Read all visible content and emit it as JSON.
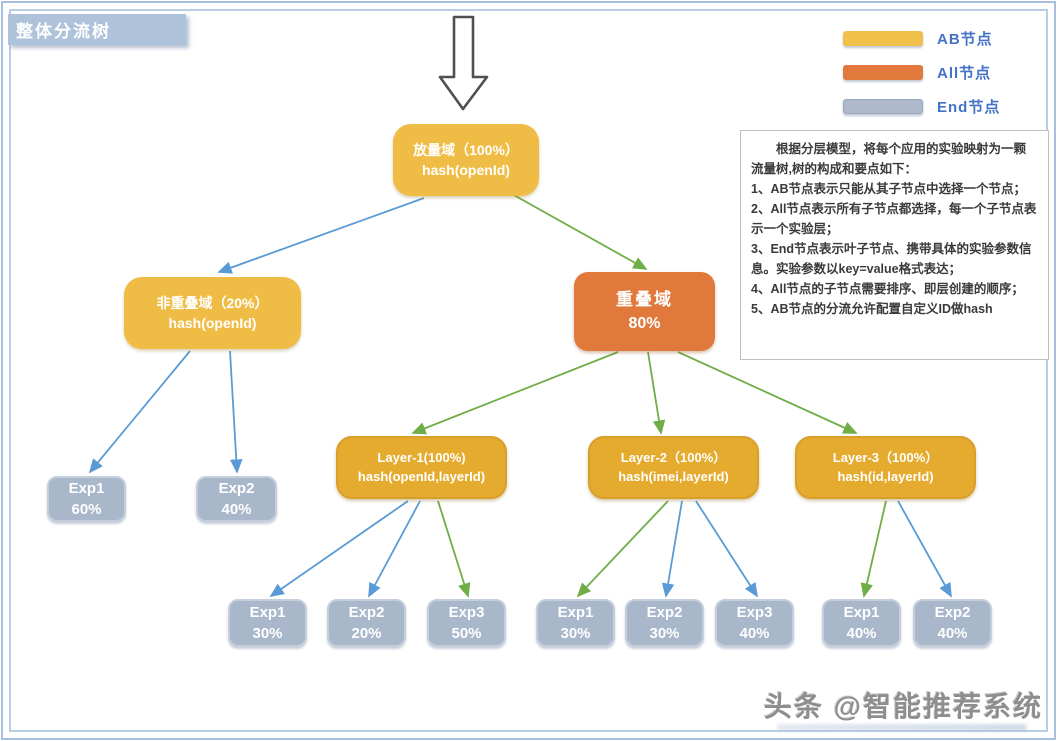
{
  "title": "整体分流树",
  "legend": {
    "items": [
      {
        "label": "AB节点",
        "color": "#F0C04A"
      },
      {
        "label": "All节点",
        "color": "#E1793D"
      },
      {
        "label": "End节点",
        "color": "#AEB9CC"
      }
    ]
  },
  "notes": {
    "text": "　　根据分层模型，将每个应用的实验映射为一颗流量树,树的构成和要点如下：\n1、AB节点表示只能从其子节点中选择一个节点；\n2、All节点表示所有子节点都选择，每一个子节点表示一个实验层；\n3、End节点表示叶子节点、携带具体的实验参数信息。实验参数以key=value格式表达；\n4、All节点的子节点需要排序、即层创建的顺序；\n5、AB节点的分流允许配置自定义ID做hash"
  },
  "tree": {
    "root": {
      "line1": "放量域（100%）",
      "line2": "hash(openId)"
    },
    "non_overlap": {
      "line1": "非重叠域（20%）",
      "line2": "hash(openId)"
    },
    "overlap": {
      "line1": "重叠域",
      "line2": "80%"
    },
    "non_overlap_children": [
      {
        "name": "Exp1",
        "pct": "60%"
      },
      {
        "name": "Exp2",
        "pct": "40%"
      }
    ],
    "layers": [
      {
        "line1": "Layer-1(100%)",
        "line2": "hash(openId,layerId)"
      },
      {
        "line1": "Layer-2（100%）",
        "line2": "hash(imei,layerId)"
      },
      {
        "line1": "Layer-3（100%）",
        "line2": "hash(id,layerId)"
      }
    ],
    "layer_children": [
      {
        "items": [
          {
            "name": "Exp1",
            "pct": "30%"
          },
          {
            "name": "Exp2",
            "pct": "20%"
          },
          {
            "name": "Exp3",
            "pct": "50%"
          }
        ]
      },
      {
        "items": [
          {
            "name": "Exp1",
            "pct": "30%"
          },
          {
            "name": "Exp2",
            "pct": "30%"
          },
          {
            "name": "Exp3",
            "pct": "40%"
          }
        ]
      },
      {
        "items": [
          {
            "name": "Exp1",
            "pct": "40%"
          },
          {
            "name": "Exp2",
            "pct": "40%"
          }
        ]
      }
    ]
  },
  "watermark": "头条 @智能推荐系统",
  "colors": {
    "ab_node": "#F0C04A",
    "all_node": "#E1793D",
    "end_node": "#AEB9CC",
    "arrow_blue": "#5B9BD5",
    "arrow_green": "#6FAD47",
    "legend_text": "#4472C4",
    "title_badge": "#AEC2DA"
  }
}
